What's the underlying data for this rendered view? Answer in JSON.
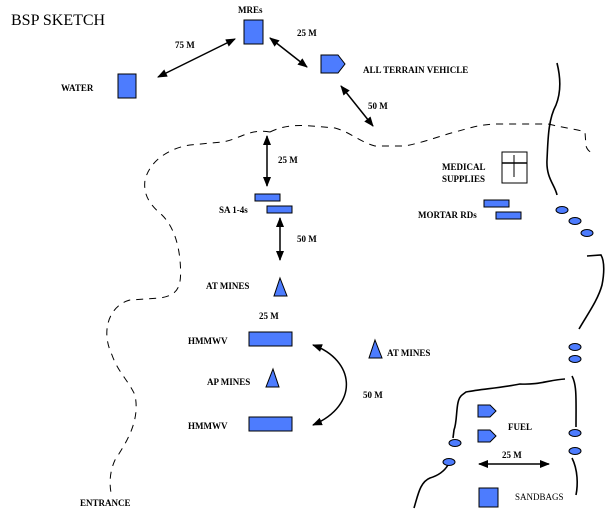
{
  "title": "BSP SKETCH",
  "colors": {
    "item_fill": "#4d7cfe",
    "outline": "#000000",
    "background": "#ffffff"
  },
  "items": {
    "mres": {
      "label": "MREs",
      "icon": "square"
    },
    "water": {
      "label": "WATER",
      "icon": "square"
    },
    "atv": {
      "label": "ALL  TERRAIN VEHICLE",
      "icon": "pentagon-arrow"
    },
    "medical": {
      "label_line1": "MEDICAL",
      "label_line2": "SUPPLIES",
      "icon": "cross-box"
    },
    "mortar": {
      "label": "MORTAR  RDs",
      "icon": "bars"
    },
    "sa": {
      "label": "SA 1-4s",
      "icon": "bars"
    },
    "at_mines_1": {
      "label": "AT MINES",
      "icon": "triangle"
    },
    "at_mines_2": {
      "label": "AT MINES",
      "icon": "triangle"
    },
    "ap_mines": {
      "label": "AP  MINES",
      "icon": "triangle"
    },
    "hmmwv_1": {
      "label": "HMMWV",
      "icon": "rectangle"
    },
    "hmmwv_2": {
      "label": "HMMWV",
      "icon": "rectangle"
    },
    "fuel": {
      "label": "FUEL",
      "icon": "pentagon-arrow"
    },
    "sandbags": {
      "label": "SANDBAGS",
      "icon": "square"
    },
    "entrance": {
      "label": "ENTRANCE"
    }
  },
  "distances": {
    "water_mres": "75  M",
    "mres_atv": "25  M",
    "atv_perimeter": "50  M",
    "perimeter_sa": "25  M",
    "sa_atmines": "50  M",
    "atmines_hmmwv": "25  M",
    "hmmwv_hmmwv": "50  M",
    "fuel_sandbags": "25  M"
  }
}
